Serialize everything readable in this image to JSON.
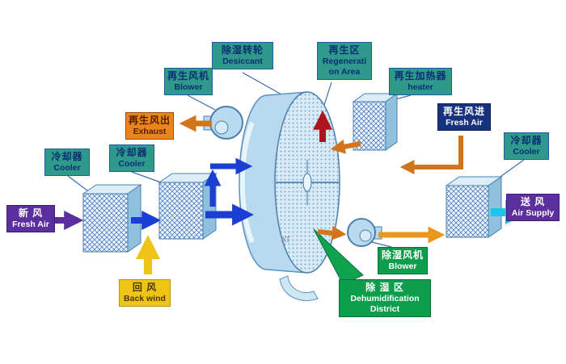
{
  "watermark": "xt",
  "labels": {
    "desiccant": {
      "lines": [
        "除湿转轮",
        "Desiccant"
      ]
    },
    "regeneration_area": {
      "lines": [
        "再生区",
        "Regenerati",
        "on Area"
      ]
    },
    "regen_blower": {
      "lines": [
        "再生风机",
        "Blower"
      ]
    },
    "regen_heater": {
      "lines": [
        "再生加热器",
        "heater"
      ]
    },
    "regen_exhaust": {
      "lines": [
        "再生风出",
        "Exhaust"
      ]
    },
    "regen_fresh_air": {
      "lines": [
        "再生风进",
        "Fresh Air"
      ]
    },
    "cooler_left1": {
      "lines": [
        "冷却器",
        "Cooler"
      ]
    },
    "cooler_left2": {
      "lines": [
        "冷却器",
        "Cooler"
      ]
    },
    "cooler_right": {
      "lines": [
        "冷却器",
        "Cooler"
      ]
    },
    "fresh_air": {
      "lines": [
        "新 风",
        "Fresh Air"
      ]
    },
    "air_supply": {
      "lines": [
        "送 风",
        "Air Supply"
      ]
    },
    "back_wind": {
      "lines": [
        "回 风",
        "Back wind"
      ]
    },
    "dehum_blower": {
      "lines": [
        "除湿风机",
        "Blower"
      ]
    },
    "dehum_district": {
      "lines": [
        "除 湿 区",
        "Dehumidification",
        "District"
      ]
    }
  },
  "colors": {
    "label_teal": "#2f9a8b",
    "label_orange": "#e8851c",
    "label_navy": "#17327e",
    "label_purple": "#5b2f9e",
    "label_yellow": "#eec417",
    "label_green": "#0e9d4d",
    "arrow_blue": "#1b3fd4",
    "arrow_purple": "#5b2f9e",
    "arrow_yellow": "#eec417",
    "arrow_red": "#b01320",
    "arrow_orange": "#d2751a",
    "arrow_cyan": "#17c8e8",
    "equipment_blue": "#b9d9ee"
  }
}
